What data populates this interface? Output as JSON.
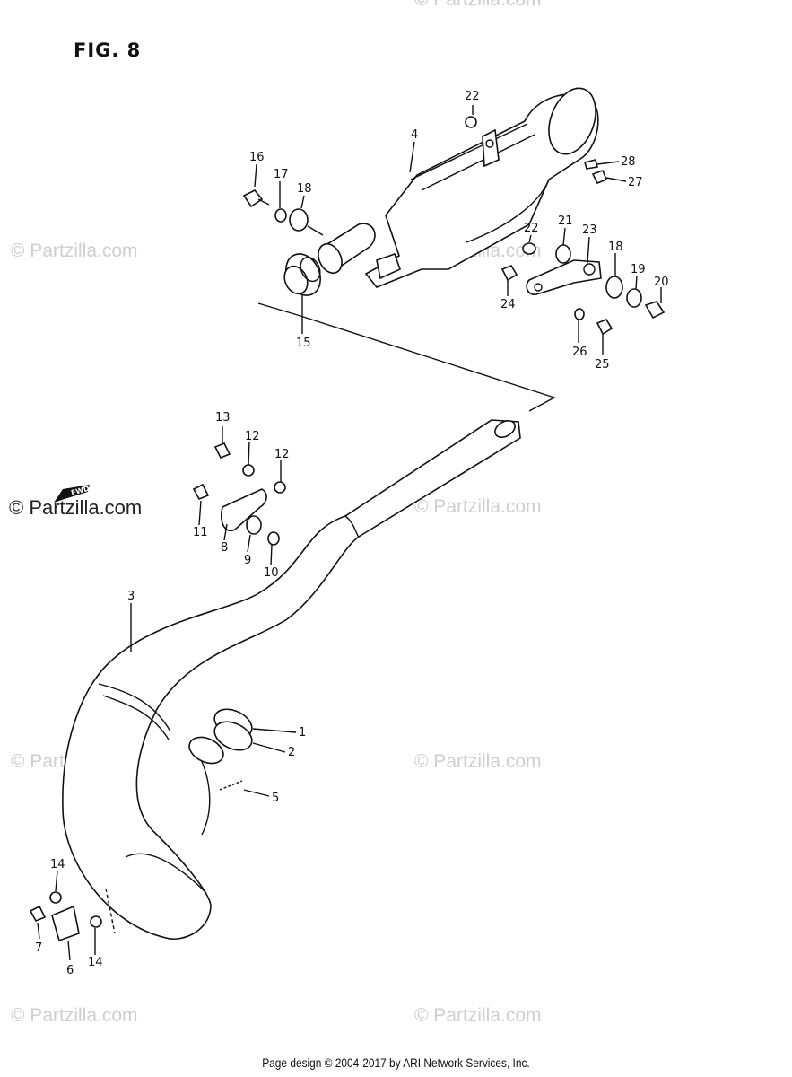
{
  "figure": {
    "title": "FIG. 8"
  },
  "watermarks": [
    "© Partzilla.com",
    "© Partzilla.com",
    "© Partzilla.com",
    "© Partzilla.com",
    "© Partzilla.com",
    "© Partzilla.com",
    "© Partzilla.com",
    "© Partzilla.com",
    "© Partzilla.com",
    "© Partzilla.com"
  ],
  "fwd_label": "FWD",
  "callouts": [
    "1",
    "2",
    "3",
    "4",
    "5",
    "6",
    "7",
    "8",
    "9",
    "10",
    "11",
    "12",
    "12",
    "13",
    "14",
    "14",
    "15",
    "16",
    "17",
    "18",
    "18",
    "19",
    "20",
    "21",
    "22",
    "22",
    "23",
    "24",
    "25",
    "26",
    "27",
    "28"
  ],
  "footer": "Page design © 2004-2017 by ARI Network Services, Inc."
}
